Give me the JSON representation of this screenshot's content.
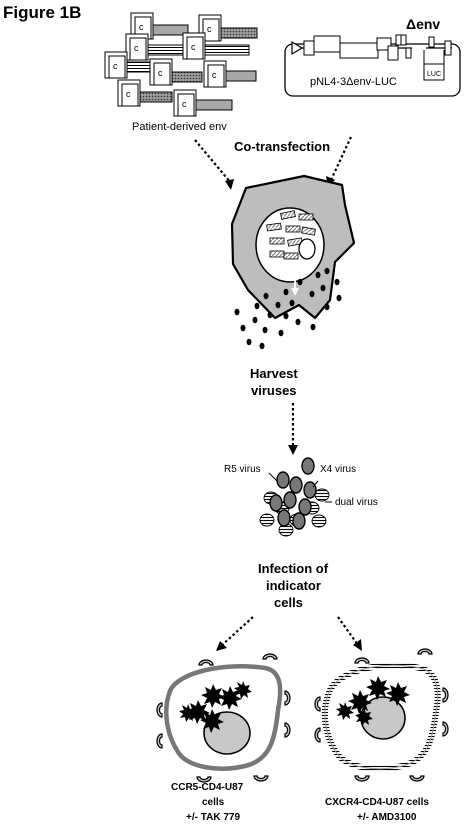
{
  "figure": {
    "title": "Figure 1B"
  },
  "plasmid": {
    "name": "pNL4-3Δenv-LUC",
    "deletion_label": "Δenv",
    "reporter_label": "LUC"
  },
  "env_library": {
    "label": "Patient-derived env"
  },
  "steps": {
    "cotransfection": "Co-transfection",
    "harvest_line1": "Harvest",
    "harvest_line2": "viruses",
    "infection_line1": "Infection of",
    "infection_line2": "indicator",
    "infection_line3": "cells"
  },
  "viruses": {
    "r5": "R5 virus",
    "x4": "X4 virus",
    "dual": "dual virus"
  },
  "indicator_cells": {
    "ccr5_line1": "CCR5-CD4-U87",
    "ccr5_line2": "cells",
    "ccr5_line3": "+/- TAK 779",
    "cxcr4_line1": "CXCR4-CD4-U87 cells",
    "cxcr4_line2": "+/- AMD3100"
  },
  "colors": {
    "ink": "#000000",
    "cell_fill": "#bdbdbd",
    "nucleus_fill": "#c8c8c8",
    "ccr5_membrane": "#777777",
    "cxcr4_membrane": "#9a9a9a",
    "hatched_bar": "#a8a8a8"
  }
}
